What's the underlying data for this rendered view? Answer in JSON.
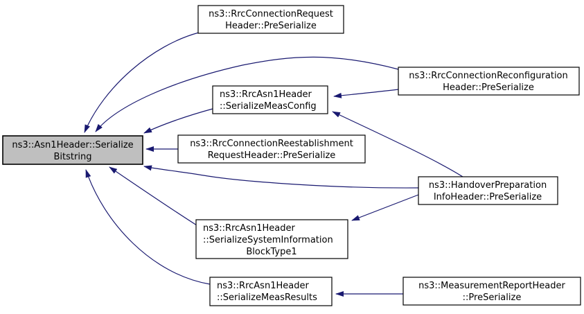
{
  "diagram": {
    "kind": "caller-graph",
    "colors": {
      "edge": "#191970",
      "node_border": "#000000",
      "node_fill": "#ffffff",
      "highlight_fill": "#bfbfbf",
      "background": "#ffffff",
      "text": "#000000"
    },
    "nodes": [
      {
        "id": "asn1-serialize-bitstring",
        "lines": [
          "ns3::Asn1Header::Serialize",
          "Bitstring"
        ],
        "highlighted": true
      },
      {
        "id": "rrc-connection-request",
        "lines": [
          "ns3::RrcConnectionRequest",
          "Header::PreSerialize"
        ]
      },
      {
        "id": "rrc-connection-reconfiguration",
        "lines": [
          "ns3::RrcConnectionReconfiguration",
          "Header::PreSerialize"
        ]
      },
      {
        "id": "serialize-meas-config",
        "lines": [
          "ns3::RrcAsn1Header",
          "::SerializeMeasConfig"
        ]
      },
      {
        "id": "rrc-connection-reestablishment",
        "lines": [
          "ns3::RrcConnectionReestablishment",
          "RequestHeader::PreSerialize"
        ]
      },
      {
        "id": "handover-preparation",
        "lines": [
          "ns3::HandoverPreparation",
          "InfoHeader::PreSerialize"
        ]
      },
      {
        "id": "serialize-system-information-block-type1",
        "lines": [
          "ns3::RrcAsn1Header",
          "::SerializeSystemInformation",
          "BlockType1"
        ]
      },
      {
        "id": "serialize-meas-results",
        "lines": [
          "ns3::RrcAsn1Header",
          "::SerializeMeasResults"
        ]
      },
      {
        "id": "measurement-report",
        "lines": [
          "ns3::MeasurementReportHeader",
          "::PreSerialize"
        ]
      }
    ],
    "edges": [
      {
        "from": "rrc-connection-request",
        "to": "asn1-serialize-bitstring"
      },
      {
        "from": "rrc-connection-reconfiguration",
        "to": "asn1-serialize-bitstring"
      },
      {
        "from": "rrc-connection-reconfiguration",
        "to": "serialize-meas-config"
      },
      {
        "from": "serialize-meas-config",
        "to": "asn1-serialize-bitstring"
      },
      {
        "from": "rrc-connection-reestablishment",
        "to": "asn1-serialize-bitstring"
      },
      {
        "from": "handover-preparation",
        "to": "asn1-serialize-bitstring"
      },
      {
        "from": "handover-preparation",
        "to": "serialize-meas-config"
      },
      {
        "from": "handover-preparation",
        "to": "serialize-system-information-block-type1"
      },
      {
        "from": "serialize-system-information-block-type1",
        "to": "asn1-serialize-bitstring"
      },
      {
        "from": "serialize-meas-results",
        "to": "asn1-serialize-bitstring"
      },
      {
        "from": "measurement-report",
        "to": "serialize-meas-results"
      }
    ]
  }
}
